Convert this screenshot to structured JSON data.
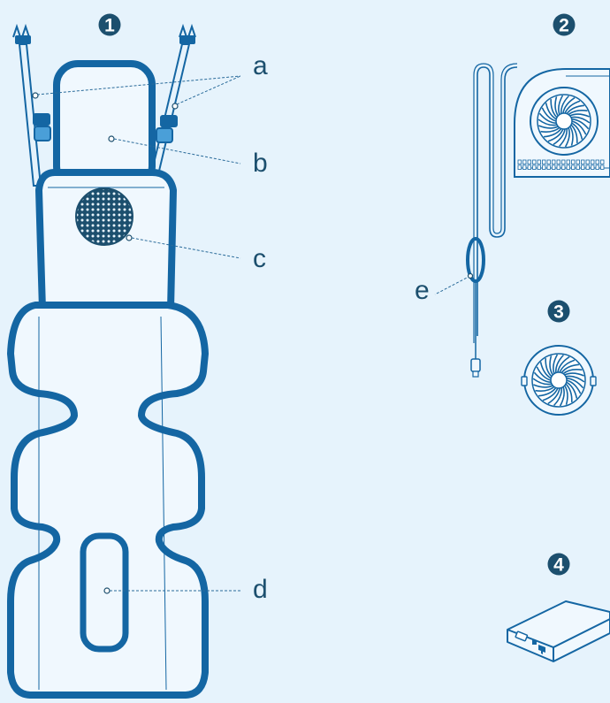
{
  "parts": [
    {
      "number": "1"
    },
    {
      "number": "2"
    },
    {
      "number": "3"
    },
    {
      "number": "4"
    }
  ],
  "callouts": {
    "a": "a",
    "b": "b",
    "c": "c",
    "d": "d",
    "e": "e"
  },
  "colors": {
    "background": "#e6f3fc",
    "outline": "#1466a3",
    "pad_fill": "#f0f8fe",
    "badge": "#1c4f6e",
    "leader_line": "#2a6b9a"
  },
  "icons": [
    "seat-cushion",
    "strap-buckle",
    "fan-mesh",
    "blower-fan-unit",
    "cable-loop",
    "usb-plug",
    "round-fan",
    "power-box"
  ]
}
